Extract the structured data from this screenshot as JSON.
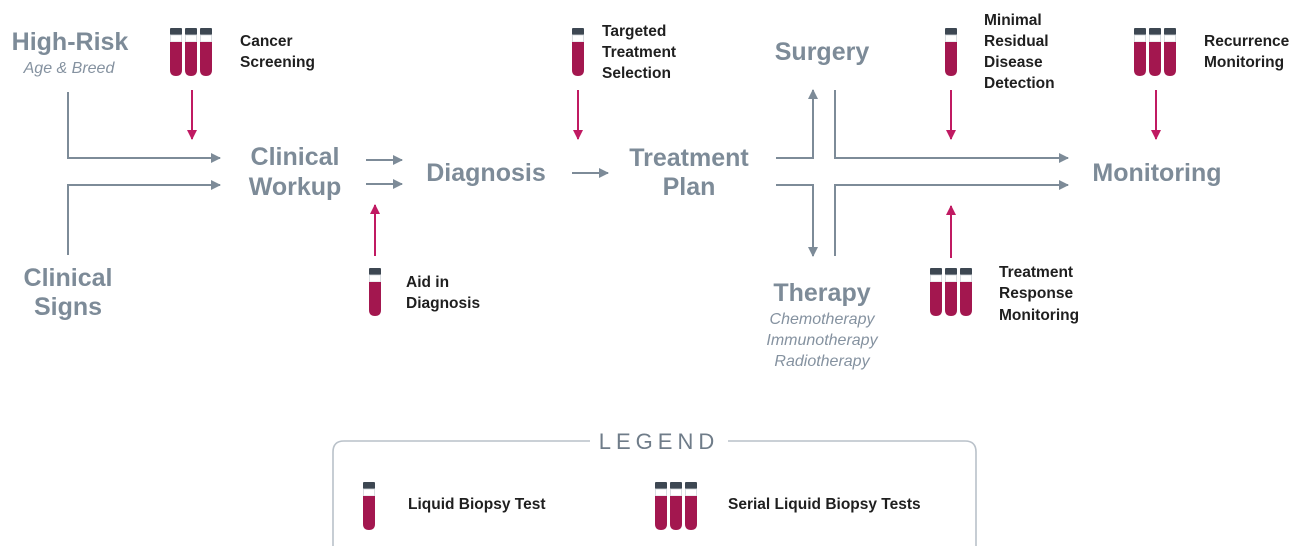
{
  "stages": {
    "high_risk": "High-Risk",
    "high_risk_sub": "Age & Breed",
    "clinical_signs_1": "Clinical",
    "clinical_signs_2": "Signs",
    "workup_1": "Clinical",
    "workup_2": "Workup",
    "diagnosis": "Diagnosis",
    "plan_1": "Treatment",
    "plan_2": "Plan",
    "surgery": "Surgery",
    "therapy": "Therapy",
    "therapy_sub": [
      "Chemotherapy",
      "Immunotherapy",
      "Radiotherapy"
    ],
    "monitoring": "Monitoring"
  },
  "tests": {
    "cancer_screening": [
      "Cancer",
      "Screening"
    ],
    "aid_in_diagnosis": [
      "Aid in",
      "Diagnosis"
    ],
    "targeted_selection": [
      "Targeted",
      "Treatment",
      "Selection"
    ],
    "mrd": [
      "Minimal",
      "Residual",
      "Disease",
      "Detection"
    ],
    "recurrence": [
      "Recurrence",
      "Monitoring"
    ],
    "treatment_response": [
      "Treatment",
      "Response",
      "Monitoring"
    ]
  },
  "legend": {
    "title": "LEGEND",
    "single": "Liquid Biopsy Test",
    "serial": "Serial Liquid Biopsy Tests"
  },
  "colors": {
    "flow": "#7d8b98",
    "accent": "#a3174f",
    "tube_cap": "#3d4752",
    "legend_border": "#b9c1c9"
  }
}
